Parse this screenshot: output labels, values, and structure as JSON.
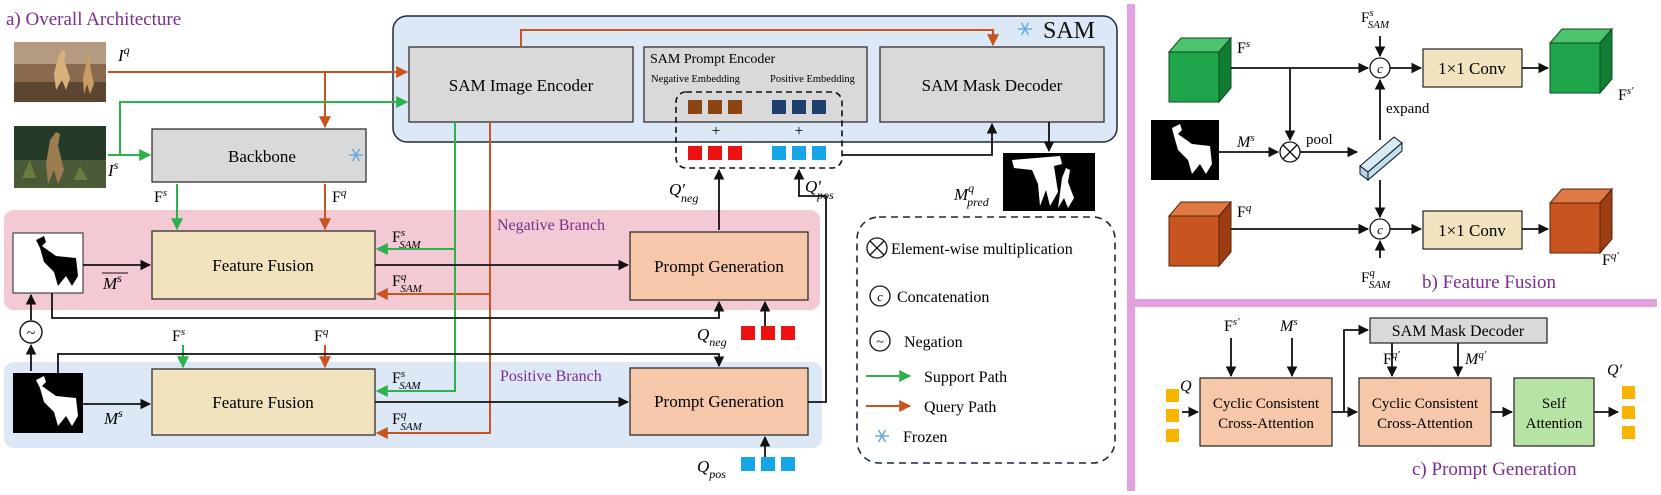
{
  "titles": {
    "overall": "a) Overall Architecture",
    "feature_fusion": "b) Feature Fusion",
    "prompt_generation": "c) Prompt Generation",
    "sam": "SAM",
    "negative_branch": "Negative Branch",
    "positive_branch": "Positive Branch"
  },
  "blocks": {
    "image_encoder": "SAM Image Encoder",
    "prompt_encoder": "SAM Prompt Encoder",
    "negative_embedding": "Negative Embedding",
    "positive_embedding": "Positive Embedding",
    "mask_decoder": "SAM Mask Decoder",
    "backbone": "Backbone",
    "feature_fusion": "Feature Fusion",
    "prompt_generation": "Prompt Generation",
    "conv": "1×1 Conv",
    "sam_mask_decoder_c": "SAM Mask Decoder",
    "cca_line1": "Cyclic Consistent",
    "cca_line2": "Cross-Attention",
    "self_attn_line1": "Self",
    "self_attn_line2": "Attention"
  },
  "labels": {
    "Iq_base": "I",
    "Iq_sup": "q",
    "Is_base": "I",
    "Is_sup": "s",
    "Fs_base": "F",
    "Fs_sup": "s",
    "Fq_base": "F",
    "Fq_sup": "q",
    "Fsam_base": "F",
    "Fsam_s_sup": "s",
    "Fsam_q_sup": "q",
    "Fsam_sub": "SAM",
    "Ms_base": "M",
    "Ms_sup": "s",
    "Mbar_base": "M",
    "Mbar_sup": "s",
    "Mpred_base": "M",
    "Mpred_sup": "q",
    "Mpred_sub": "pred",
    "Qneg_prime_base": "Q′",
    "Qneg_sub": "neg",
    "Qpos_prime_base": "Q′",
    "Qpos_sub": "pos",
    "Qneg_base": "Q",
    "Qpos_base": "Q",
    "plus": "+",
    "tilde": "~",
    "circled_c": "c",
    "circled_x": "×",
    "expand": "expand",
    "pool": "pool",
    "Fsprime_base": "F",
    "Fsprime_sup": "s′",
    "Fqprime_base": "F",
    "Fqprime_sup": "q′",
    "Q_base": "Q",
    "Qprime_base": "Q′",
    "Mqprime_base": "M",
    "Mqprime_sup": "q′"
  },
  "legend": [
    {
      "symbol": "circled-x",
      "text": "Element-wise multiplication"
    },
    {
      "symbol": "circled-c",
      "text": "Concatenation"
    },
    {
      "symbol": "circled-tilde",
      "text": "Negation"
    },
    {
      "symbol": "green-arrow",
      "text": "Support Path"
    },
    {
      "symbol": "orange-arrow",
      "text": "Query Path"
    },
    {
      "symbol": "snowflake",
      "text": "Frozen"
    }
  ],
  "colors": {
    "support": "#2bb24c",
    "query": "#c8551f",
    "neg_token": "#ee1111",
    "pos_token": "#14a6e6",
    "neg_embed": "#8b4513",
    "pos_embed": "#1f3f6e",
    "gray_block": "#d9d9d9",
    "fusion_block": "#f2e3bf",
    "prompt_block": "#f6c7a8",
    "sam_bg": "#dce8f5",
    "neg_bg": "#f3c9d3",
    "pos_bg": "#dce8f5",
    "divider": "#e3a1e0",
    "self_attn": "#b7e3a4",
    "title": "#7b2e8e",
    "gold_token": "#f7b500",
    "cube_green": "#1fa64a",
    "cube_orange": "#c8551f",
    "snowflake": "#5fa8e0"
  }
}
